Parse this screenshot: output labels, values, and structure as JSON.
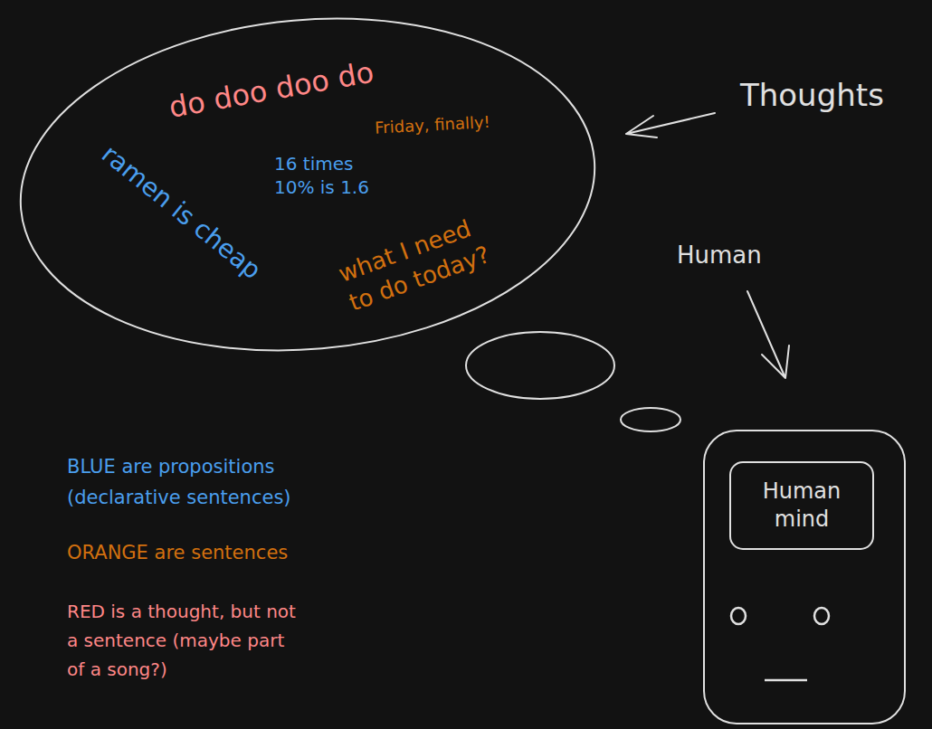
{
  "diagram": {
    "nodes": [
      {
        "text": [
          "do doo doo do",
          "ramen is cheap",
          "Friday, finally!",
          "16 times 10% is 1.6",
          "what I need to do today?"
        ]
      },
      {
        "text": [
          "Human mind"
        ]
      }
    ],
    "labels": [
      "Thoughts",
      "Human",
      "BLUE are propositions (declarative sentences)",
      "ORANGE are sentences",
      "RED is a thought, but not a sentence (maybe part of a song?)"
    ]
  }
}
